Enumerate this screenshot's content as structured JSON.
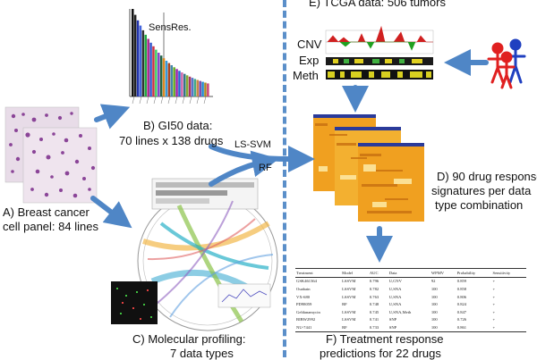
{
  "panel_e": {
    "title": "E) TCGA data: 506 tumors",
    "tracks": [
      "CNV",
      "Exp",
      "Meth"
    ]
  },
  "panel_b": {
    "line1": "B) GI50 data:",
    "line2": "70 lines x 138 drugs",
    "sens": "Sens.",
    "res": "Res."
  },
  "panel_a": {
    "line1": "A) Breast cancer",
    "line2": "cell panel: 84 lines"
  },
  "arrow_labels": {
    "top": "LS-SVM",
    "bottom": "RF"
  },
  "panel_d": {
    "line1": "D) 90 drug response",
    "line2": "signatures per data",
    "line3": "type combination"
  },
  "panel_c": {
    "line1": "C) Molecular profiling:",
    "line2": "7 data types"
  },
  "panel_f": {
    "line1": "F) Treatment response",
    "line2": "predictions for 22 drugs",
    "headers": [
      "Treatment",
      "Model",
      "AUC",
      "Data",
      "WPMV",
      "Probability",
      "Sensitivity"
    ],
    "rows": [
      [
        "GSK461364",
        "LSSVM",
        "0.796",
        "U,CNV",
        "92",
        "0.859",
        "+"
      ],
      [
        "Ouabain",
        "LSSVM",
        "0.782",
        "U,SNA",
        "100",
        "0.858",
        "+"
      ],
      [
        "VX-680",
        "LSSVM",
        "0.763",
        "U,SNA",
        "100",
        "0.806",
        "+"
      ],
      [
        "PD98059",
        "RF",
        "0.748",
        "U,SNA",
        "100",
        "0.824",
        "+"
      ],
      [
        "Geldanamycin",
        "LSSVM",
        "0.745",
        "U,SNA,Meth",
        "100",
        "0.847",
        "+"
      ],
      [
        "BIBW2992",
        "LSSVM",
        "0.741",
        "SNP",
        "100",
        "0.726",
        "+"
      ],
      [
        "NU-7441",
        "RF",
        "0.733",
        "SNP",
        "100",
        "0.861",
        "+"
      ]
    ]
  },
  "colors": {
    "divider": "#5b8fc9",
    "arrow": "#4f86c6",
    "heatmap_hot": "#f0a020",
    "person_red": "#e02020",
    "person_blue": "#2040c0"
  }
}
